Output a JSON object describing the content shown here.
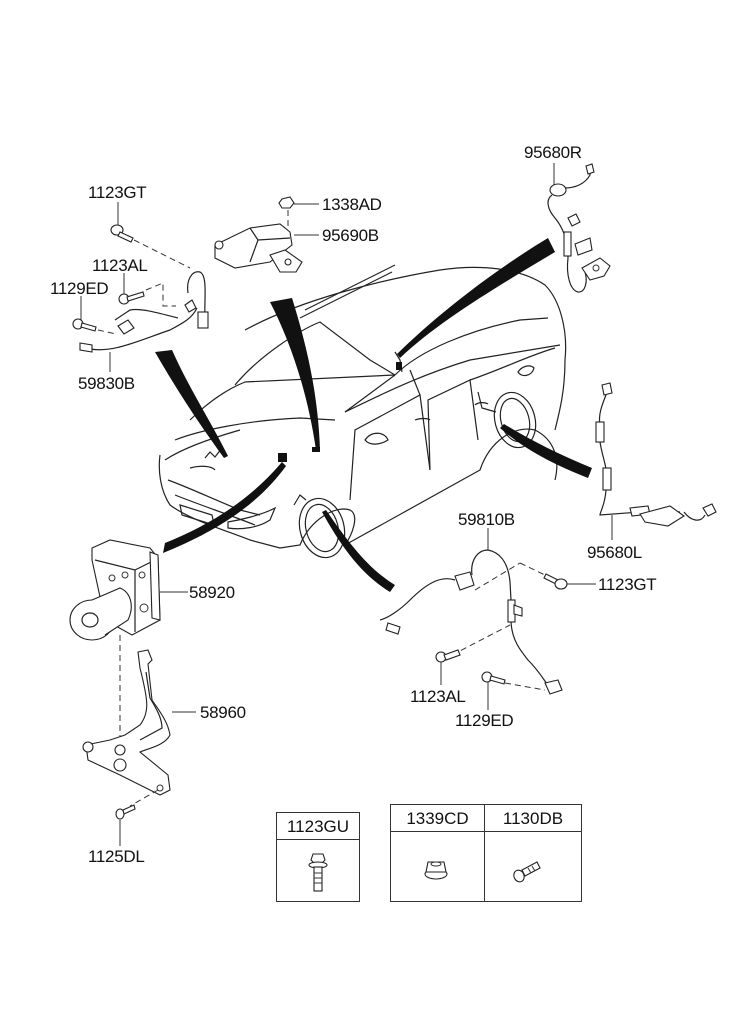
{
  "diagram": {
    "type": "parts-exploded-view",
    "subject": "ABS / wheel speed sensor system on sedan",
    "callouts": {
      "bolt_front_upper": "1123GT",
      "bolt_front_mid": "1123AL",
      "bolt_front_lower": "1129ED",
      "front_sensor": "59830B",
      "nut_module": "1338AD",
      "module": "95690B",
      "rear_sensor_right": "95680R",
      "rear_sensor_left": "95680L",
      "front_sensor_right": "59810B",
      "bolt_right_upper": "1123GT",
      "bolt_right_mid": "1123AL",
      "bolt_right_lower": "1129ED",
      "abs_unit": "58920",
      "bracket": "58960",
      "bolt_bracket": "1125DL"
    },
    "fastener_tables": [
      {
        "cells": [
          {
            "code": "1123GU",
            "icon": "flange-bolt-icon"
          }
        ]
      },
      {
        "cells": [
          {
            "code": "1339CD",
            "icon": "flange-nut-icon"
          },
          {
            "code": "1130DB",
            "icon": "short-bolt-icon"
          }
        ]
      }
    ]
  }
}
